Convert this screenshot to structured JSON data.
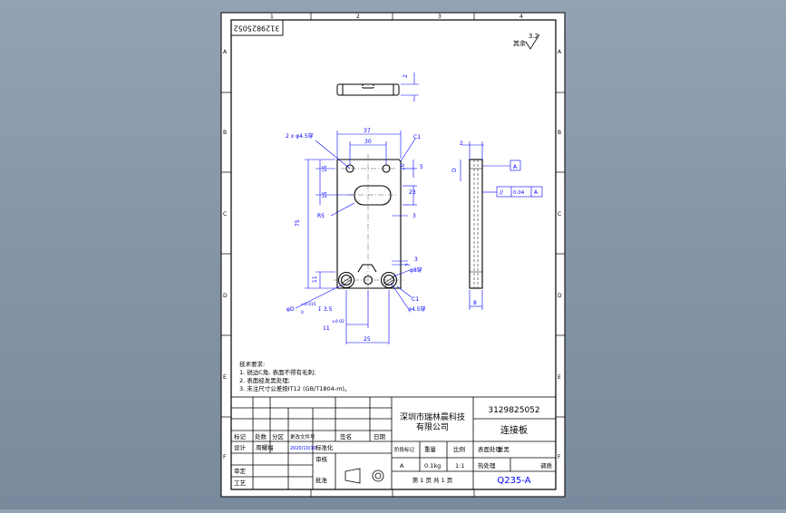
{
  "sheet": {
    "top_marks": [
      "1",
      "2",
      "3",
      "4"
    ],
    "side_marks": [
      "A",
      "B",
      "C",
      "D",
      "E",
      "F"
    ],
    "corner_code": "3129825052",
    "roughness": {
      "prefix": "其余",
      "value": "3.2"
    }
  },
  "dimensions": {
    "holes_2x": "2 x  φ4.5穿",
    "width_37": "37",
    "width_30": "30",
    "chamfer_c1": "C1",
    "top_5": "5",
    "top_10": "10",
    "slot_r": "R5",
    "slot_width": "23",
    "slot_offset": "3",
    "left_15": "15",
    "left_15b": "15",
    "height_75": "75",
    "left_11": "11",
    "right_3": "3",
    "right_7": "7",
    "hole_8": "φ8穿",
    "hole_bottom": "φ4.5穿",
    "dia_d": "φD",
    "dia_tol_up": "+0.015",
    "dia_tol_dn": "0",
    "deep_15": "↧ 3.5",
    "c_bottom": "C1",
    "bot_11": "11",
    "bot_tol": "±0.02",
    "bot_25": "25",
    "top_view_2": "2",
    "side_2": "2",
    "side_d": "D",
    "side_8": "8",
    "datum": "A",
    "fcf_sym": "//",
    "fcf_val": "0.04",
    "fcf_ref": "A"
  },
  "notes": {
    "title": "技术要求:",
    "lines": [
      "1. 锐边C角, 表面不得有毛刺;",
      "2. 表面经发黑处理;",
      "3. 未注尺寸公差按IT12 (GB/T1804-m)。"
    ]
  },
  "title_block": {
    "company_line1": "深圳市瑞林晨科技",
    "company_line2": "有限公司",
    "drawing_no": "3129825052",
    "part_name": "连接板",
    "material": "Q235-A",
    "rev_headers": [
      "标记",
      "处数",
      "分区",
      "更改文件号",
      "签名",
      "日期"
    ],
    "designer_label": "设计",
    "designer": "周耀福",
    "date": "2020/10/10",
    "std_label": "标准化",
    "check_label": "审核",
    "craft_label": "工艺",
    "approve_label": "批准",
    "process_label": "审定",
    "stage_label": "阶段标记",
    "weight_label": "重量",
    "scale_label": "比例",
    "stage_value": "A",
    "weight_value": "0.1kg",
    "scale_value": "1:1",
    "sheet_info": "第 1 页  共 1 页",
    "surface_label": "表面处理",
    "surface_value": "发黑",
    "heat_label": "热处理",
    "heat_value": "调质"
  }
}
